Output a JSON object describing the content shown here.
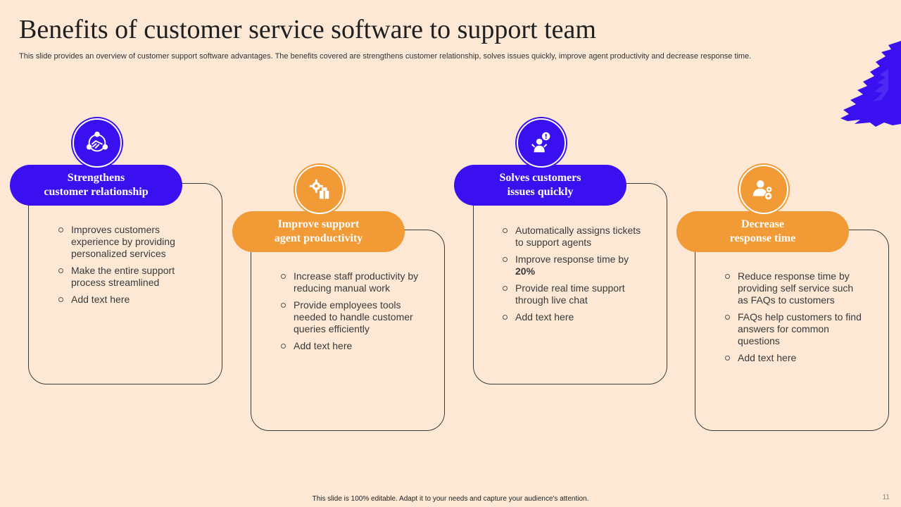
{
  "title": "Benefits of customer service software to support team",
  "subtitle": "This slide provides an overview of customer support software advantages. The benefits covered are strengthens customer relationship, solves issues quickly, improve agent productivity and decrease response time.",
  "colors": {
    "background": "#FCE8D5",
    "blue": "#3A10F0",
    "orange": "#F29A35"
  },
  "columns": [
    {
      "heading_line1": "Strengthens",
      "heading_line2": "customer relationship",
      "icon": "handshake-network-icon",
      "bullets": [
        "Improves customers experience by providing personalized services",
        "Make the entire support process streamlined",
        "Add text here"
      ]
    },
    {
      "heading_line1": "Improve support",
      "heading_line2": "agent productivity",
      "icon": "gear-boxes-icon",
      "bullets": [
        "Increase staff productivity by reducing manual work",
        "Provide employees tools needed to handle customer queries efficiently",
        "Add text here"
      ]
    },
    {
      "heading_line1": "Solves customers",
      "heading_line2": "issues quickly",
      "icon": "person-alert-icon",
      "bullets": [
        "Automatically assigns tickets to support agents",
        "Improve response time by ",
        "Provide real time support through live chat",
        "Add text here"
      ],
      "highlight": "20%"
    },
    {
      "heading_line1": "Decrease",
      "heading_line2": "response time",
      "icon": "user-settings-icon",
      "bullets": [
        "Reduce response time by providing self service such as FAQs to customers",
        "FAQs help customers to find answers for common questions",
        "Add text here"
      ]
    }
  ],
  "footer": "This slide is 100% editable. Adapt it to your needs and capture your audience's attention.",
  "page_number": "11"
}
